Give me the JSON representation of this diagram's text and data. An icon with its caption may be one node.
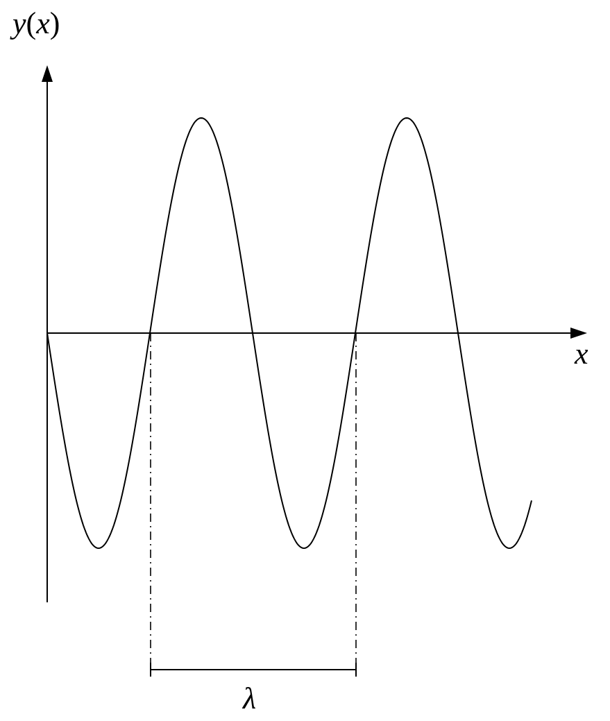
{
  "diagram": {
    "labels": [
      "*y*(*x*)",
      "x",
      "λ"
    ]
  }
}
